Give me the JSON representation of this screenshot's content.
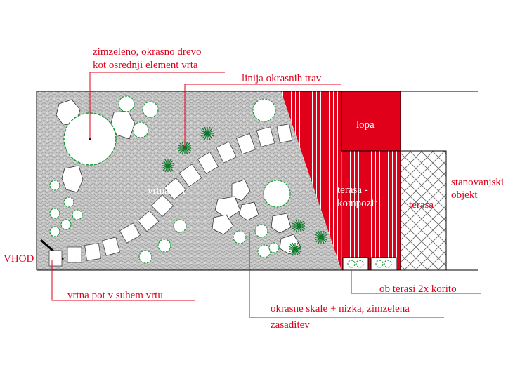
{
  "labels": {
    "evergreen_tree_line1": "zimzeleno, okrasno drevo",
    "evergreen_tree_line2": "kot osrednji element vrta",
    "grass_line": "linija okrasnih trav",
    "shed": "lopa",
    "garden_path": "vrtna pot",
    "terrace_composite_line1": "terasa -",
    "terrace_composite_line2": "kompozit",
    "terrace": "terasa",
    "residential_line1": "stanovanjski",
    "residential_line2": "objekt",
    "entrance": "VHOD",
    "dry_garden_path": "vrtna pot v suhem vrtu",
    "planters": "ob terasi 2x korito",
    "rocks_line1": "okrasne skale + nizka, zimzelena",
    "rocks_line2": "zasaditev"
  },
  "colors": {
    "label_red": "#e0001a",
    "terrace_red": "#e0001a",
    "gravel": "#c6c6c6",
    "plant_green": "#1a9a3a"
  }
}
